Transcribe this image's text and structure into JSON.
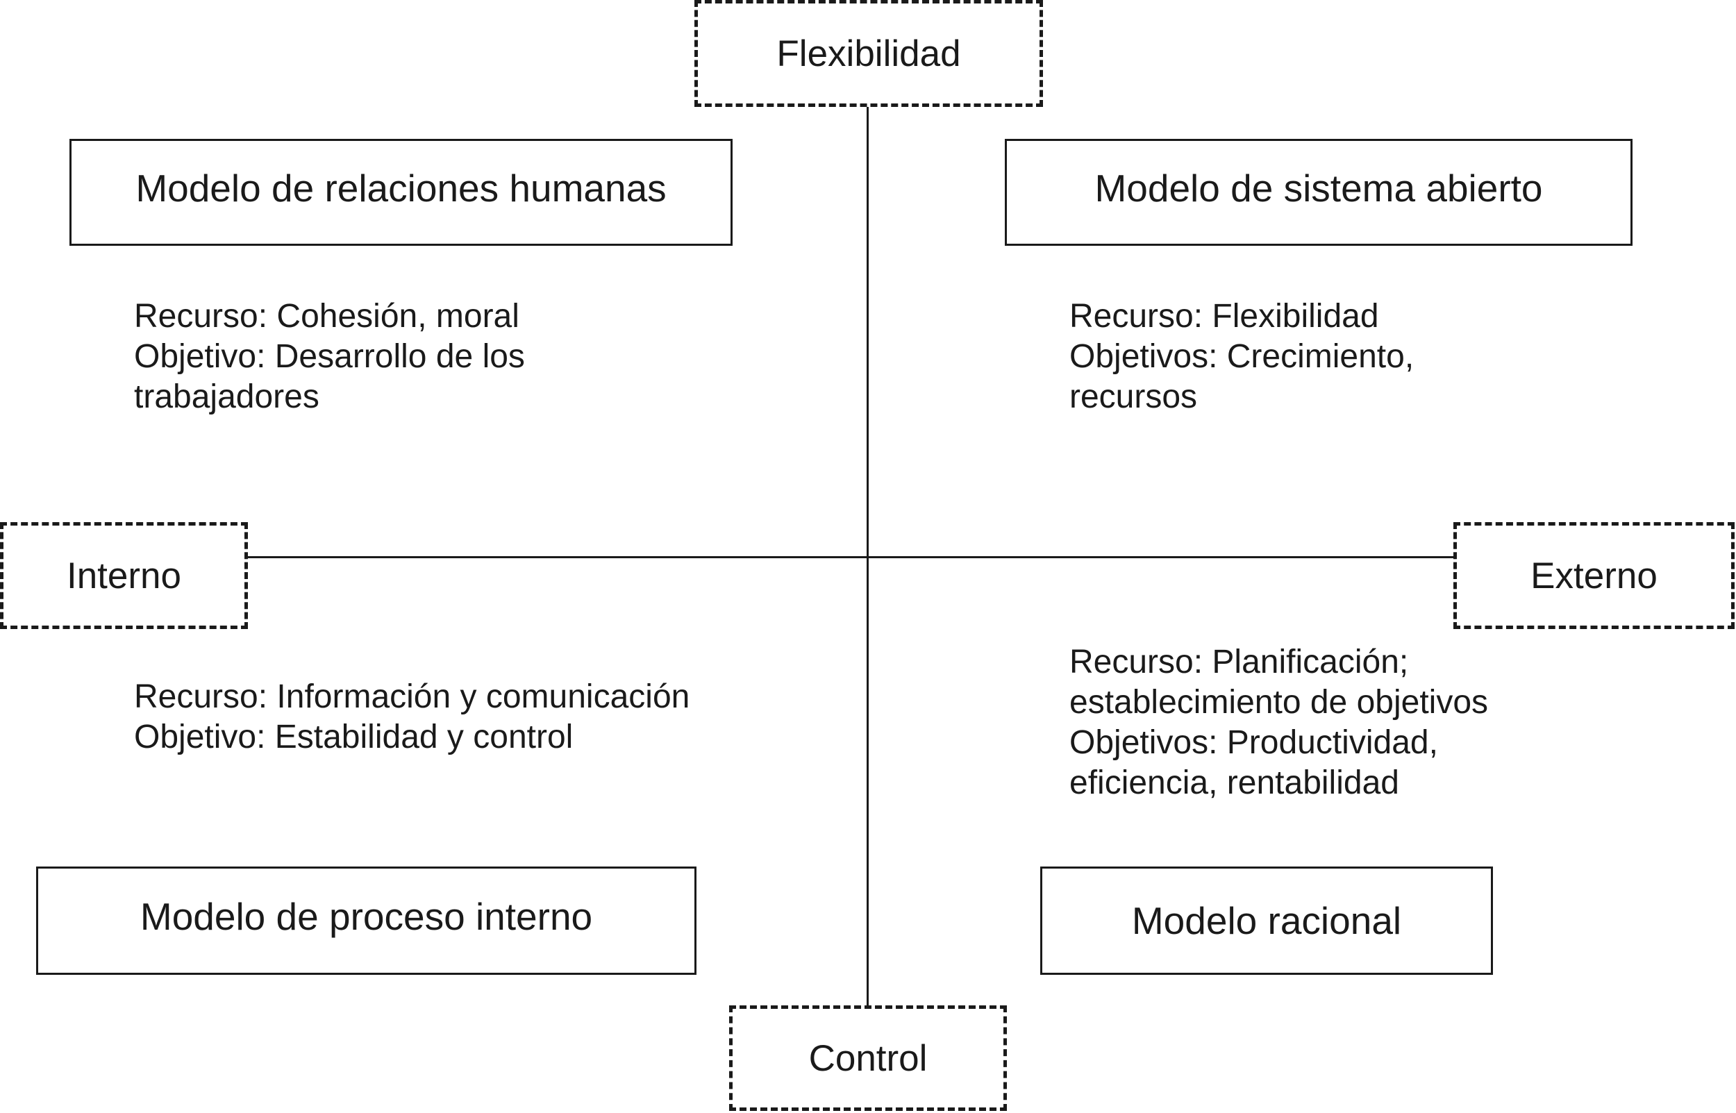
{
  "poles": {
    "top": "Flexibilidad",
    "bottom": "Control",
    "left": "Interno",
    "right": "Externo"
  },
  "quadrants": {
    "top_left": {
      "title": "Modelo de relaciones humanas",
      "lines": [
        "Recurso: Cohesión, moral",
        "Objetivo: Desarrollo de los",
        "trabajadores"
      ]
    },
    "top_right": {
      "title": "Modelo de sistema abierto",
      "lines": [
        "Recurso: Flexibilidad",
        "Objetivos: Crecimiento,",
        "recursos"
      ]
    },
    "bottom_left": {
      "title": "Modelo de proceso interno",
      "lines": [
        "Recurso: Información y comunicación",
        "Objetivo: Estabilidad y control"
      ]
    },
    "bottom_right": {
      "title": "Modelo racional",
      "lines": [
        "Recurso: Planificación;",
        "establecimiento de objetivos",
        "Objetivos: Productividad,",
        "eficiencia, rentabilidad"
      ]
    }
  }
}
